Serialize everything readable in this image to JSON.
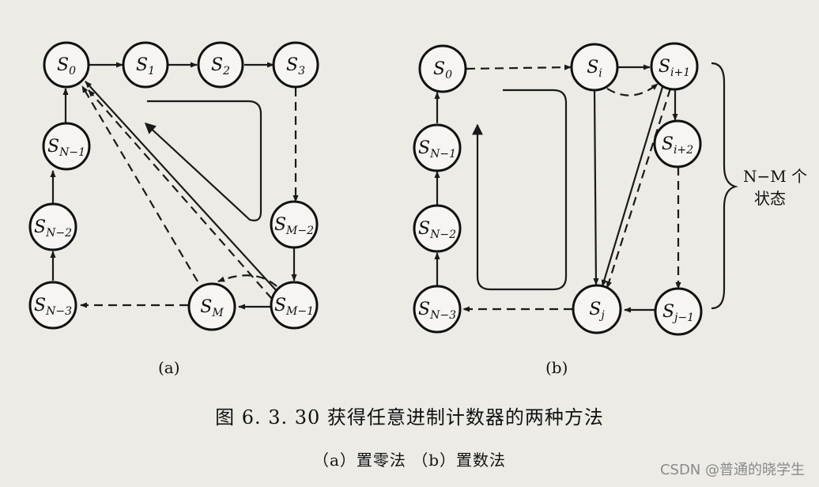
{
  "diagram": {
    "panel_a": {
      "label": "(a)",
      "nodes": [
        {
          "id": "a_S0",
          "main": "S",
          "sub": "0"
        },
        {
          "id": "a_S1",
          "main": "S",
          "sub": "1"
        },
        {
          "id": "a_S2",
          "main": "S",
          "sub": "2"
        },
        {
          "id": "a_S3",
          "main": "S",
          "sub": "3"
        },
        {
          "id": "a_SM2",
          "main": "S",
          "sub": "M−2"
        },
        {
          "id": "a_SM1",
          "main": "S",
          "sub": "M−1"
        },
        {
          "id": "a_SM",
          "main": "S",
          "sub": "M"
        },
        {
          "id": "a_SN3",
          "main": "S",
          "sub": "N−3"
        },
        {
          "id": "a_SN2",
          "main": "S",
          "sub": "N−2"
        },
        {
          "id": "a_SN1",
          "main": "S",
          "sub": "N−1"
        }
      ]
    },
    "panel_b": {
      "label": "(b)",
      "nodes": [
        {
          "id": "b_S0",
          "main": "S",
          "sub": "0"
        },
        {
          "id": "b_Si",
          "main": "S",
          "sub": "i"
        },
        {
          "id": "b_Si1",
          "main": "S",
          "sub": "i+1"
        },
        {
          "id": "b_Si2",
          "main": "S",
          "sub": "i+2"
        },
        {
          "id": "b_Sj1",
          "main": "S",
          "sub": "j−1"
        },
        {
          "id": "b_Sj",
          "main": "S",
          "sub": "j"
        },
        {
          "id": "b_SN3",
          "main": "S",
          "sub": "N−3"
        },
        {
          "id": "b_SN2",
          "main": "S",
          "sub": "N−2"
        },
        {
          "id": "b_SN1",
          "main": "S",
          "sub": "N−1"
        }
      ],
      "brace_label_line1": "N−M 个",
      "brace_label_line2": "状态"
    }
  },
  "caption": {
    "main": "图 6. 3. 30   获得任意进制计数器的两种方法",
    "sub": "（a）置零法  （b）置数法"
  },
  "watermark": "CSDN @普通的晓学生"
}
